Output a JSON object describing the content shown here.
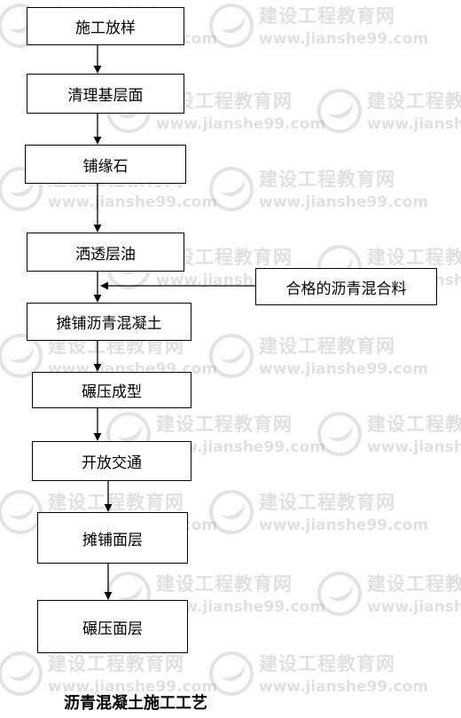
{
  "watermark": {
    "cn": "建设工程教育网",
    "url": "www.jianshe99.com"
  },
  "nodes": {
    "n1": "施工放样",
    "n2": "清理基层面",
    "n3": "铺缘石",
    "n4": "洒透层油",
    "side": "合格的沥青混合料",
    "n5": "摊铺沥青混凝土",
    "n6": "碾压成型",
    "n7": "开放交通",
    "n8": "摊铺面层",
    "n9": "碾压面层"
  },
  "caption": "沥青混凝土施工工艺",
  "colors": {
    "line": "#000000",
    "watermark": "#555555"
  }
}
